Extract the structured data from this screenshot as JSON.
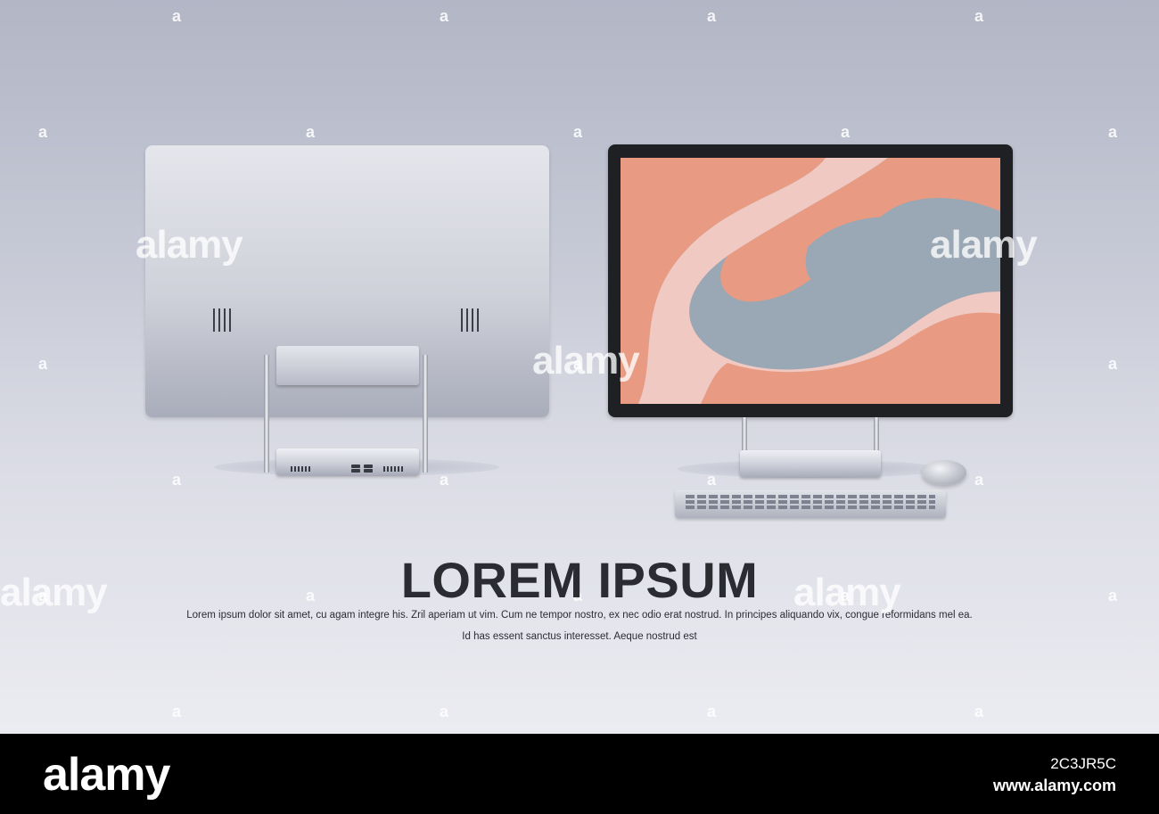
{
  "headline": {
    "title": "LOREM IPSUM",
    "line1": "Lorem ipsum dolor sit amet, cu agam integre his. Zril aperiam ut vim. Cum ne tempor nostro, ex nec odio erat nostrud. In principes aliquando  vix, congue reformidans mel ea.",
    "line2": "Id has essent sanctus interesset. Aeque nostrud est"
  },
  "watermark": {
    "word": "alamy",
    "tile": "a"
  },
  "footer": {
    "logo": "alamy",
    "image_id": "2C3JR5C",
    "url": "www.alamy.com"
  },
  "colors": {
    "background": "#c3c6d3",
    "screen_orange": "#e89b82",
    "screen_pink": "#f0c9c2",
    "screen_blue": "#9aa7b4",
    "title": "#2b2c31"
  },
  "icons": {
    "back_monitor": "desktop-monitor-rear",
    "front_monitor": "desktop-monitor-front",
    "keyboard": "keyboard-icon",
    "mouse": "mouse-icon"
  }
}
